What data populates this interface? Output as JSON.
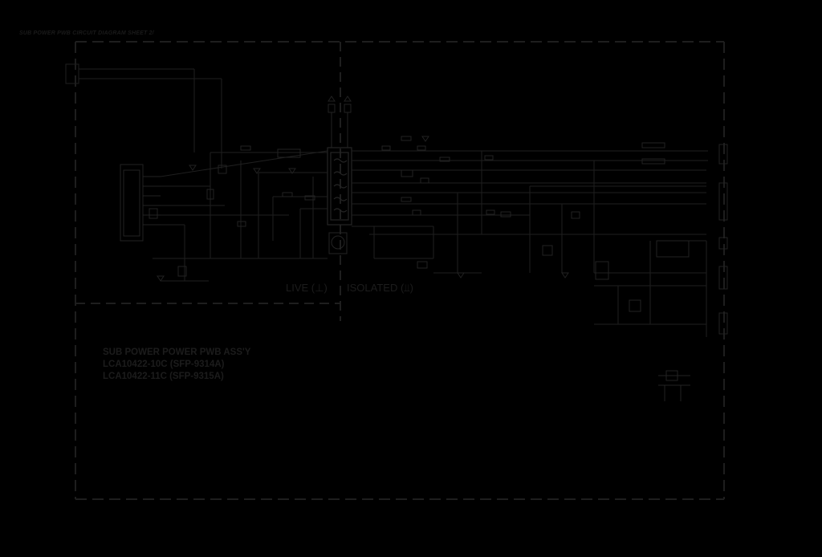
{
  "sheet": {
    "title": "SUB POWER PWB CIRCUIT DIAGRAM SHEET 2/",
    "background": "#000000",
    "line_color": "#1f1f1f"
  },
  "zones": {
    "live_label": "LIVE (⊥)",
    "isolated_label": "ISOLATED (⫫)"
  },
  "assembly": {
    "name": "SUB POWER POWER PWB ASS'Y",
    "variants": [
      "LCA10422-10C (SFP-9314A)",
      "LCA10422-11C (SFP-9315A)"
    ]
  }
}
